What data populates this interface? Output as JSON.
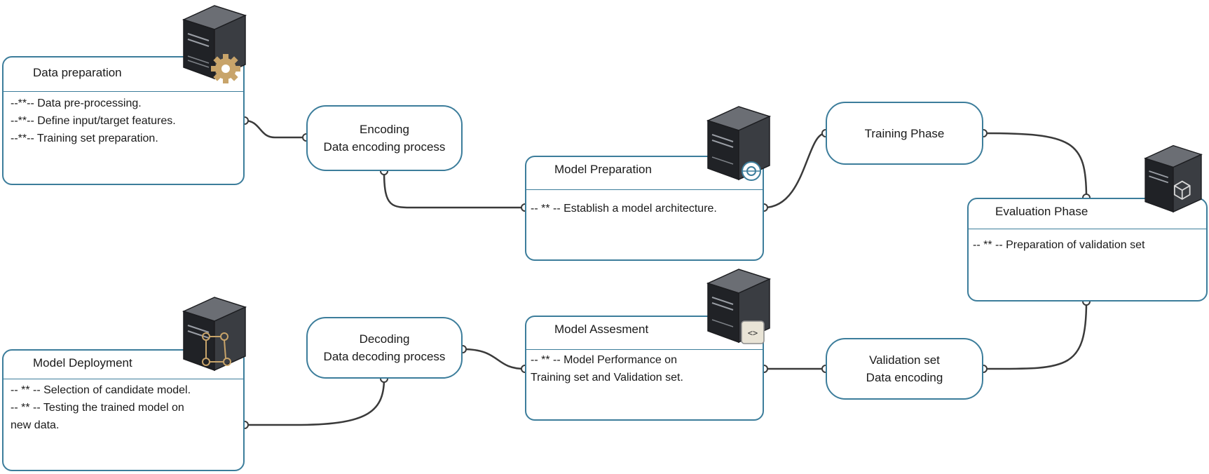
{
  "diagram": {
    "boxes": {
      "data_preparation": {
        "title": "Data preparation",
        "lines": [
          "--**-- Data pre-processing.",
          "--**-- Define input/target features.",
          "--**-- Training set preparation."
        ]
      },
      "model_preparation": {
        "title": "Model Preparation",
        "lines": [
          "-- ** -- Establish a model architecture."
        ]
      },
      "evaluation_phase": {
        "title": "Evaluation Phase",
        "lines": [
          "-- ** -- Preparation of validation set"
        ]
      },
      "model_deployment": {
        "title": "Model Deployment",
        "lines": [
          "-- ** -- Selection of candidate model.",
          "-- ** -- Testing the trained model on",
          "new data."
        ]
      },
      "model_assesment": {
        "title": "Model Assesment",
        "lines": [
          "-- ** -- Model Performance on",
          "Training set and Validation set."
        ]
      }
    },
    "pills": {
      "encoding": {
        "line1": "Encoding",
        "line2": "Data encoding process"
      },
      "training_phase": {
        "line1": "Training Phase"
      },
      "decoding": {
        "line1": "Decoding",
        "line2": "Data decoding process"
      },
      "validation_set": {
        "line1": "Validation set",
        "line2": "Data encoding"
      }
    },
    "icons": {
      "server": "server-icon",
      "gear": "gear-icon",
      "network": "network-icon",
      "cube": "cube-icon",
      "code": "code-icon",
      "flowchart": "flowchart-icon"
    },
    "colors": {
      "border": "#3c7d9b",
      "connector": "#3a3a3a",
      "server_body": "#2f3135",
      "gear": "#c8a46a"
    }
  }
}
